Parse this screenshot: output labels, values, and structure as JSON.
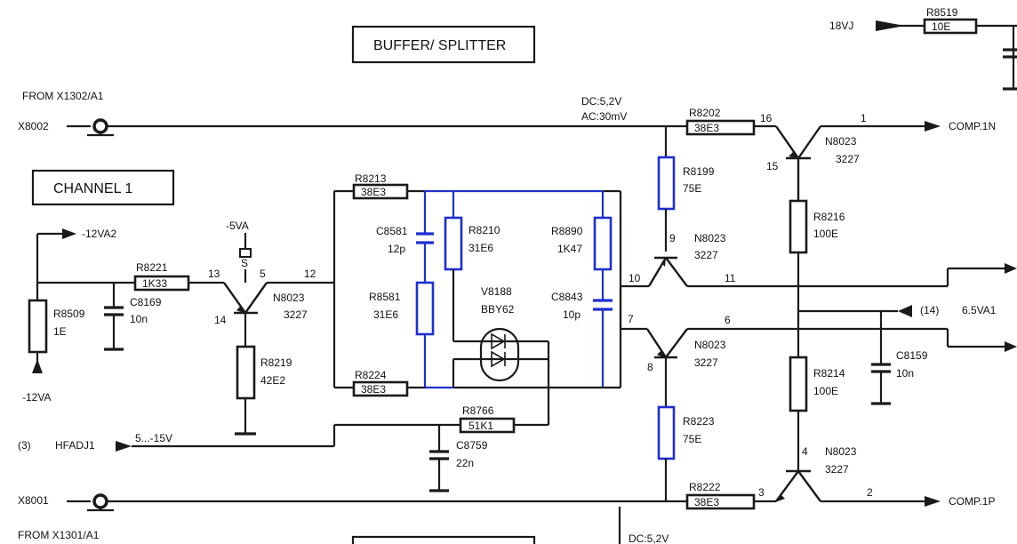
{
  "titles": {
    "buffer_splitter": "BUFFER/ SPLITTER",
    "channel1": "CHANNEL 1"
  },
  "connectors": {
    "x8002": "X8002",
    "x8001": "X8001",
    "from_x1302": "FROM  X1302/A1",
    "from_x1301": "FROM X1301/A1"
  },
  "rails": {
    "v18vj": "18VJ",
    "m12va2": "-12VA2",
    "m5va": "-5VA",
    "m12va": "-12VA",
    "v65va1": "6.5VA1",
    "ref14": "(14)",
    "ref3": "(3)",
    "hfadj1": "HFADJ1",
    "hfadj_range": "5...-15V"
  },
  "outputs": {
    "comp1n": "COMP.1N",
    "comp1p": "COMP.1P"
  },
  "measurements": {
    "dc_top": "DC:5,2V",
    "ac_top": "AC:30mV",
    "dc_bottom": "DC:5,2V"
  },
  "resistors": {
    "r8519": {
      "ref": "R8519",
      "value": "10E"
    },
    "r8202": {
      "ref": "R8202",
      "value": "38E3"
    },
    "r8199": {
      "ref": "R8199",
      "value": "75E"
    },
    "r8216": {
      "ref": "R8216",
      "value": "100E"
    },
    "r8213": {
      "ref": "R8213",
      "value": "38E3"
    },
    "r8210": {
      "ref": "R8210",
      "value": "31E6"
    },
    "r8890": {
      "ref": "R8890",
      "value": "1K47"
    },
    "r8581": {
      "ref": "R8581",
      "value": "31E6"
    },
    "r8221": {
      "ref": "R8221",
      "value": "1K33"
    },
    "r8509": {
      "ref": "R8509",
      "value": "1E"
    },
    "r8219": {
      "ref": "R8219",
      "value": "42E2"
    },
    "r8224": {
      "ref": "R8224",
      "value": "38E3"
    },
    "r8766": {
      "ref": "R8766",
      "value": "51K1"
    },
    "r8214": {
      "ref": "R8214",
      "value": "100E"
    },
    "r8223": {
      "ref": "R8223",
      "value": "75E"
    },
    "r8222": {
      "ref": "R8222",
      "value": "38E3"
    }
  },
  "capacitors": {
    "c8581": {
      "ref": "C8581",
      "value": "12p"
    },
    "c8843": {
      "ref": "C8843",
      "value": "10p"
    },
    "c8169": {
      "ref": "C8169",
      "value": "10n"
    },
    "c8159": {
      "ref": "C8159",
      "value": "10n"
    },
    "c8759": {
      "ref": "C8759",
      "value": "22n"
    }
  },
  "diode": {
    "ref": "V8188",
    "value": "BBY62"
  },
  "transistors": {
    "ref": "N8023",
    "value": "3227",
    "switch_label": "S"
  },
  "pins": {
    "p1": "1",
    "p2": "2",
    "p3": "3",
    "p4": "4",
    "p5": "5",
    "p6": "6",
    "p7": "7",
    "p8": "8",
    "p9": "9",
    "p10": "10",
    "p11": "11",
    "p12": "12",
    "p13": "13",
    "p14": "14",
    "p15": "15",
    "p16": "16"
  }
}
